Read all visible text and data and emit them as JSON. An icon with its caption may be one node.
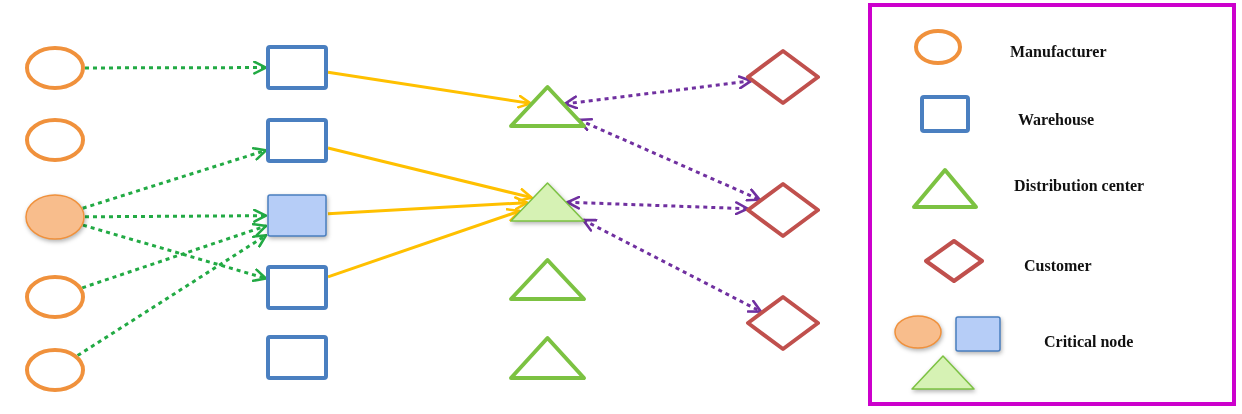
{
  "diagram": {
    "nodes": [
      {
        "text": [],
        "shape": "ellipse"
      },
      {
        "text": [],
        "shape": "ellipse"
      },
      {
        "text": [],
        "shape": "ellipse"
      },
      {
        "text": [],
        "shape": "ellipse"
      },
      {
        "text": [],
        "shape": "ellipse"
      },
      {
        "text": [],
        "shape": "box"
      },
      {
        "text": [],
        "shape": "box"
      },
      {
        "text": [],
        "shape": "box"
      },
      {
        "text": [],
        "shape": "box"
      },
      {
        "text": [],
        "shape": "box"
      },
      {
        "text": [],
        "shape": "triangle"
      },
      {
        "text": [],
        "shape": "triangle"
      },
      {
        "text": [],
        "shape": "triangle"
      },
      {
        "text": [],
        "shape": "triangle"
      },
      {
        "text": [],
        "shape": "diamond"
      },
      {
        "text": [],
        "shape": "diamond"
      },
      {
        "text": [],
        "shape": "diamond"
      }
    ],
    "edges": [
      {
        "from": 0,
        "to": 5,
        "arrow": "to",
        "style": "dashed",
        "color": "#22aa44"
      },
      {
        "from": 2,
        "to": 6,
        "arrow": "to",
        "style": "dashed",
        "color": "#22aa44"
      },
      {
        "from": 2,
        "to": 7,
        "arrow": "to",
        "style": "dashed",
        "color": "#22aa44"
      },
      {
        "from": 2,
        "to": 8,
        "arrow": "to",
        "style": "dashed",
        "color": "#22aa44"
      },
      {
        "from": 3,
        "to": 7,
        "arrow": "to",
        "style": "dashed",
        "color": "#22aa44"
      },
      {
        "from": 4,
        "to": 7,
        "arrow": "to",
        "style": "dashed",
        "color": "#22aa44"
      },
      {
        "from": 5,
        "to": 10,
        "arrow": "to",
        "color": "#ffc000"
      },
      {
        "from": 6,
        "to": 11,
        "arrow": "to",
        "color": "#ffc000"
      },
      {
        "from": 7,
        "to": 11,
        "arrow": "to",
        "color": "#ffc000"
      },
      {
        "from": 8,
        "to": 11,
        "arrow": "to",
        "color": "#ffc000"
      },
      {
        "from": 10,
        "to": 14,
        "arrow": "both",
        "style": "dashed",
        "color": "#7030a0"
      },
      {
        "from": 10,
        "to": 15,
        "arrow": "both",
        "style": "dashed",
        "color": "#7030a0"
      },
      {
        "from": 11,
        "to": 15,
        "arrow": "both",
        "style": "dashed",
        "color": "#7030a0"
      },
      {
        "from": 11,
        "to": 16,
        "arrow": "both",
        "style": "dashed",
        "color": "#7030a0"
      }
    ],
    "legend": [
      {
        "text": "Manufacturer"
      },
      {
        "text": "Warehouse"
      },
      {
        "text": "Distribution center"
      },
      {
        "text": "Customer"
      },
      {
        "text": "Critical node"
      }
    ]
  }
}
